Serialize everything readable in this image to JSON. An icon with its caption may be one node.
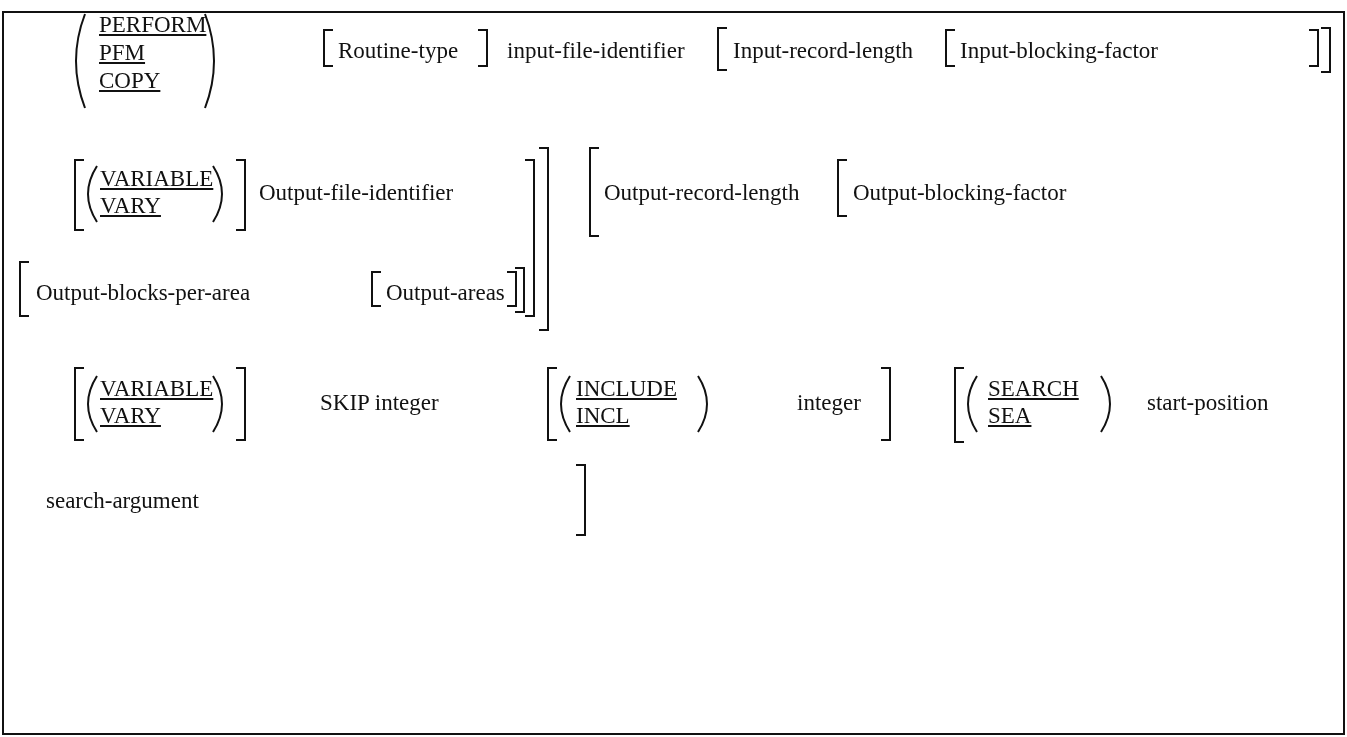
{
  "diagram": {
    "labels": [
      "PERFORM",
      "PFM",
      "COPY",
      "Routine-type",
      "input-file-identifier",
      "Input-record-length",
      "Input-blocking-factor",
      "VARIABLE",
      "VARY",
      "Output-file-identifier",
      "Output-record-length",
      "Output-blocking-factor",
      "Output-blocks-per-area",
      "Output-areas",
      "VARIABLE",
      "VARY",
      "SKIP integer",
      "INCLUDE",
      "INCL",
      "integer",
      "SEARCH",
      "SEA",
      "start-position",
      "search-argument"
    ]
  }
}
